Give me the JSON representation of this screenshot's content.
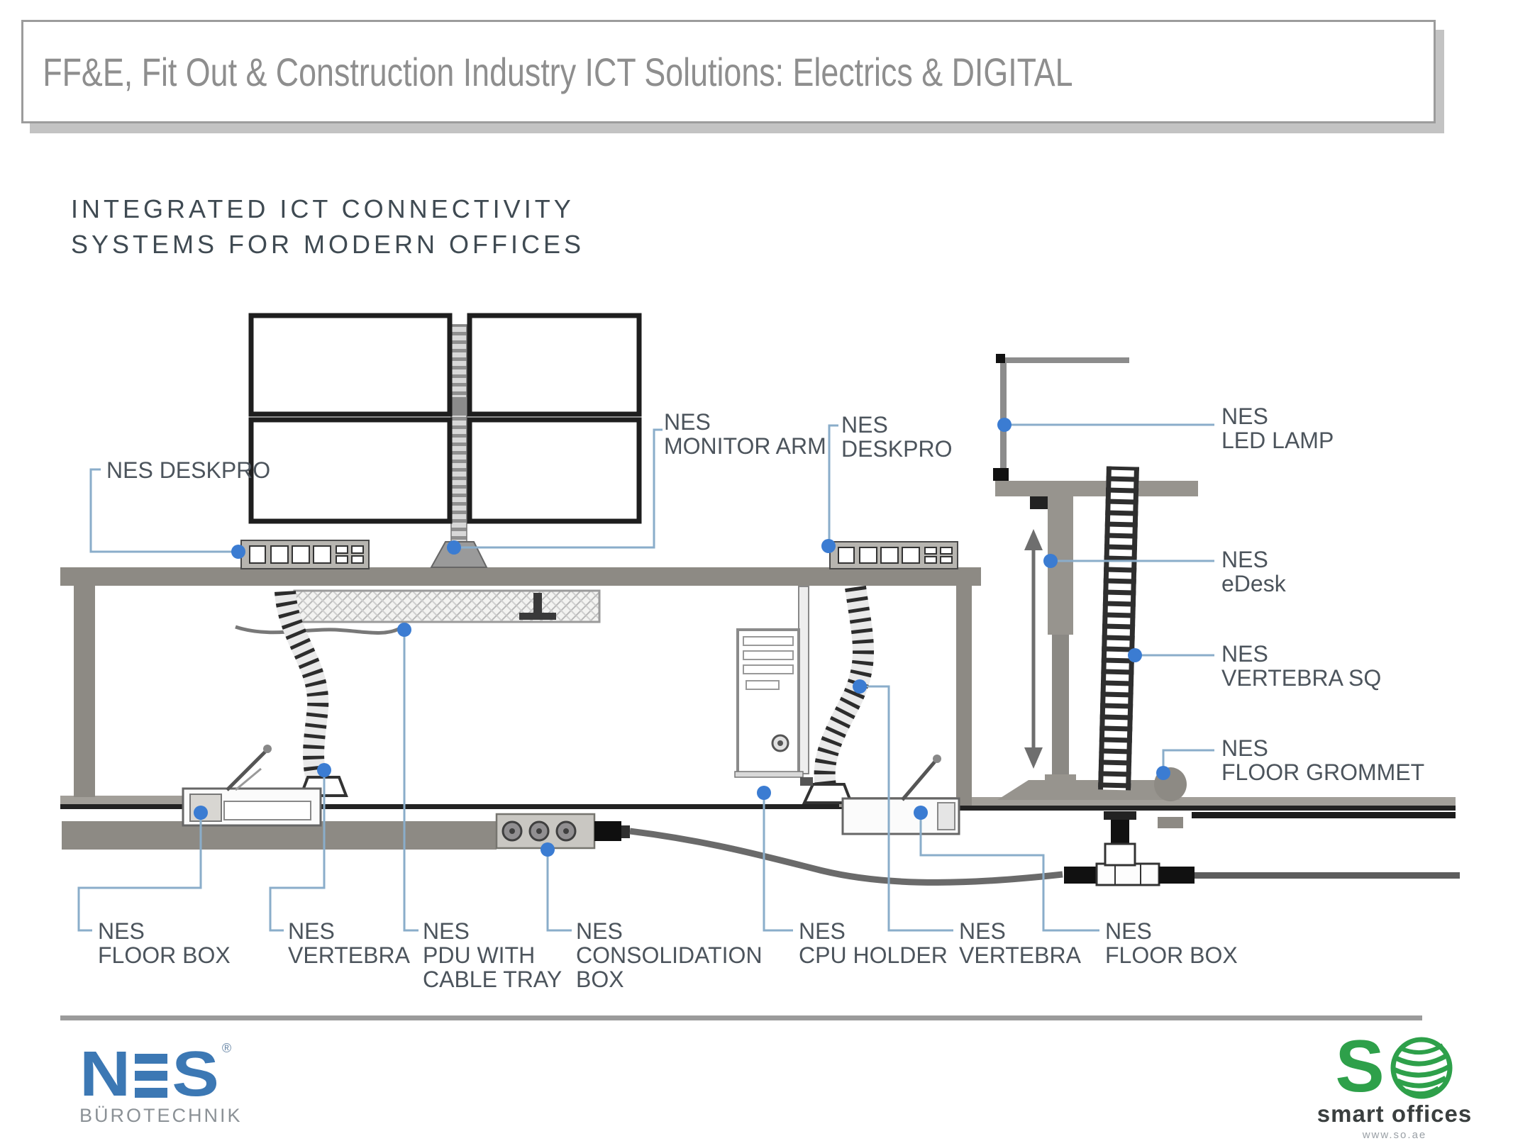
{
  "title": "FF&E, Fit Out & Construction Industry ICT Solutions: Electrics & DIGITAL",
  "subtitle": "INTEGRATED ICT CONNECTIVITY\nSYSTEMS FOR MODERN OFFICES",
  "colors": {
    "title_gray": "#8e8e8e",
    "label_text": "#4c545c",
    "callout_line": "#8aadca",
    "callout_dot": "#3b7cd2",
    "desk_gray": "#8d8a84",
    "edesk_gray": "#97948e",
    "nes_blue": "#3c78b4",
    "so_green": "#2ea04a"
  },
  "labels": [
    {
      "id": "deskpro-1",
      "text": "NES DESKPRO"
    },
    {
      "id": "monitor-arm",
      "text": "NES\nMONITOR ARM"
    },
    {
      "id": "deskpro-2",
      "text": "NES\nDESKPRO"
    },
    {
      "id": "led-lamp",
      "text": "NES\nLED LAMP"
    },
    {
      "id": "edesk",
      "text": "NES\neDesk"
    },
    {
      "id": "vertebra-sq",
      "text": "NES\nVERTEBRA SQ"
    },
    {
      "id": "floor-grommet",
      "text": "NES\nFLOOR GROMMET"
    },
    {
      "id": "floor-box-1",
      "text": "NES\nFLOOR BOX"
    },
    {
      "id": "vertebra-1",
      "text": "NES\nVERTEBRA"
    },
    {
      "id": "pdu",
      "text": "NES\nPDU WITH\nCABLE TRAY"
    },
    {
      "id": "consolidation",
      "text": "NES\nCONSOLIDATION\nBOX"
    },
    {
      "id": "cpu-holder",
      "text": "NES\nCPU HOLDER"
    },
    {
      "id": "vertebra-2",
      "text": "NES\nVERTEBRA"
    },
    {
      "id": "floor-box-2",
      "text": "NES\nFLOOR BOX"
    }
  ],
  "logos": {
    "nes": {
      "n": "N",
      "s": "S",
      "reg": "®",
      "subtitle": "BÜROTECHNIK"
    },
    "so": {
      "s": "S",
      "name": "smart offices",
      "url": "www.so.ae"
    }
  }
}
